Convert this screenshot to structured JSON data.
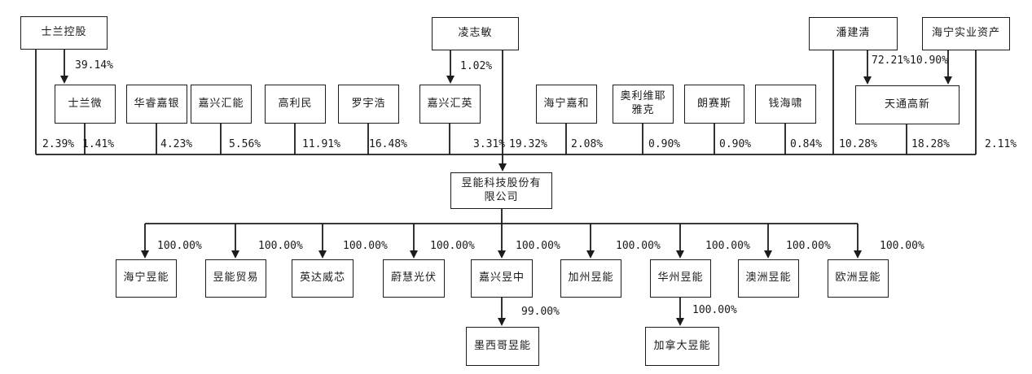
{
  "diagram_type": "equity-structure-chart",
  "nodes": {
    "shilan_holding": "士兰控股",
    "ling_zhimin": "凌志敏",
    "pan_jianqing": "潘建清",
    "haining_shiye": "海宁实业资产",
    "shilanwei": "士兰微",
    "huarui_jiayin": "华睿嘉银",
    "jiaxing_huineng": "嘉兴汇能",
    "gao_limin": "高利民",
    "luo_yuhao": "罗宇浩",
    "jiaxing_huiying": "嘉兴汇英",
    "haining_jiahe": "海宁嘉和",
    "aoliweiye_yake": "奥利维耶雅克",
    "lang_saisi": "朗赛斯",
    "qian_haixiao": "钱海啸",
    "tiantong_gaoxin": "天通高新",
    "company": "昱能科技股份有限公司",
    "haining_yuneng": "海宁昱能",
    "yuneng_trading": "昱能贸易",
    "yingda_weixin": "英达威芯",
    "weihui_guangfu": "蔚慧光伏",
    "jiaxing_yuzhong": "嘉兴昱中",
    "california_yuneng": "加州昱能",
    "washington_yuneng": "华州昱能",
    "australia_yuneng": "澳洲昱能",
    "europe_yuneng": "欧洲昱能",
    "mexico_yuneng": "墨西哥昱能",
    "canada_yuneng": "加拿大昱能"
  },
  "edge_labels": {
    "shilan_to_shilanwei": "39.14%",
    "ling_to_huiying": "1.02%",
    "pan_to_tiantong": "72.21%",
    "shiye_to_tiantong": "10.90%",
    "bus": {
      "shilan_holding": "2.39%",
      "shilanwei": "1.41%",
      "huarui_jiayin": "4.23%",
      "jiaxing_huineng": "5.56%",
      "gao_limin": "11.91%",
      "luo_yuhao": "16.48%",
      "jiaxing_huiying": "3.31%",
      "ling_zhimin": "19.32%",
      "haining_jiahe": "2.08%",
      "aoliweiye_yake": "0.90%",
      "lang_saisi": "0.90%",
      "qian_haixiao": "0.84%",
      "pan_jianqing": "10.28%",
      "tiantong_gaoxin": "18.28%",
      "haining_shiye": "2.11%"
    },
    "subsidiaries": [
      "100.00%",
      "100.00%",
      "100.00%",
      "100.00%",
      "100.00%",
      "100.00%",
      "100.00%",
      "100.00%",
      "100.00%"
    ],
    "yuzhong_to_mexico": "99.00%",
    "washington_to_canada": "100.00%"
  },
  "colors": {
    "line": "#1c1c1c",
    "background": "#ffffff",
    "text": "#1a1a1a"
  }
}
